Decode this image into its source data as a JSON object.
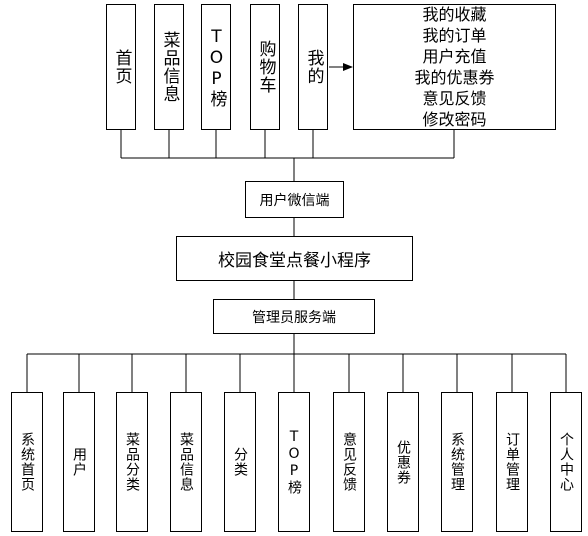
{
  "diagram": {
    "root": "校园食堂点餐小程序",
    "user_client": "用户微信端",
    "admin_client": "管理员服务端",
    "user_modules": [
      "首页",
      "菜品信息",
      "TOP榜",
      "购物车",
      "我的"
    ],
    "mine_submenu": [
      "我的收藏",
      "我的订单",
      "用户充值",
      "我的优惠券",
      "意见反馈",
      "修改密码"
    ],
    "admin_modules": [
      "系统首页",
      "用户",
      "菜品分类",
      "菜品信息",
      "分类",
      "TOP榜",
      "意见反馈",
      "优惠券",
      "系统管理",
      "订单管理",
      "个人中心"
    ]
  }
}
